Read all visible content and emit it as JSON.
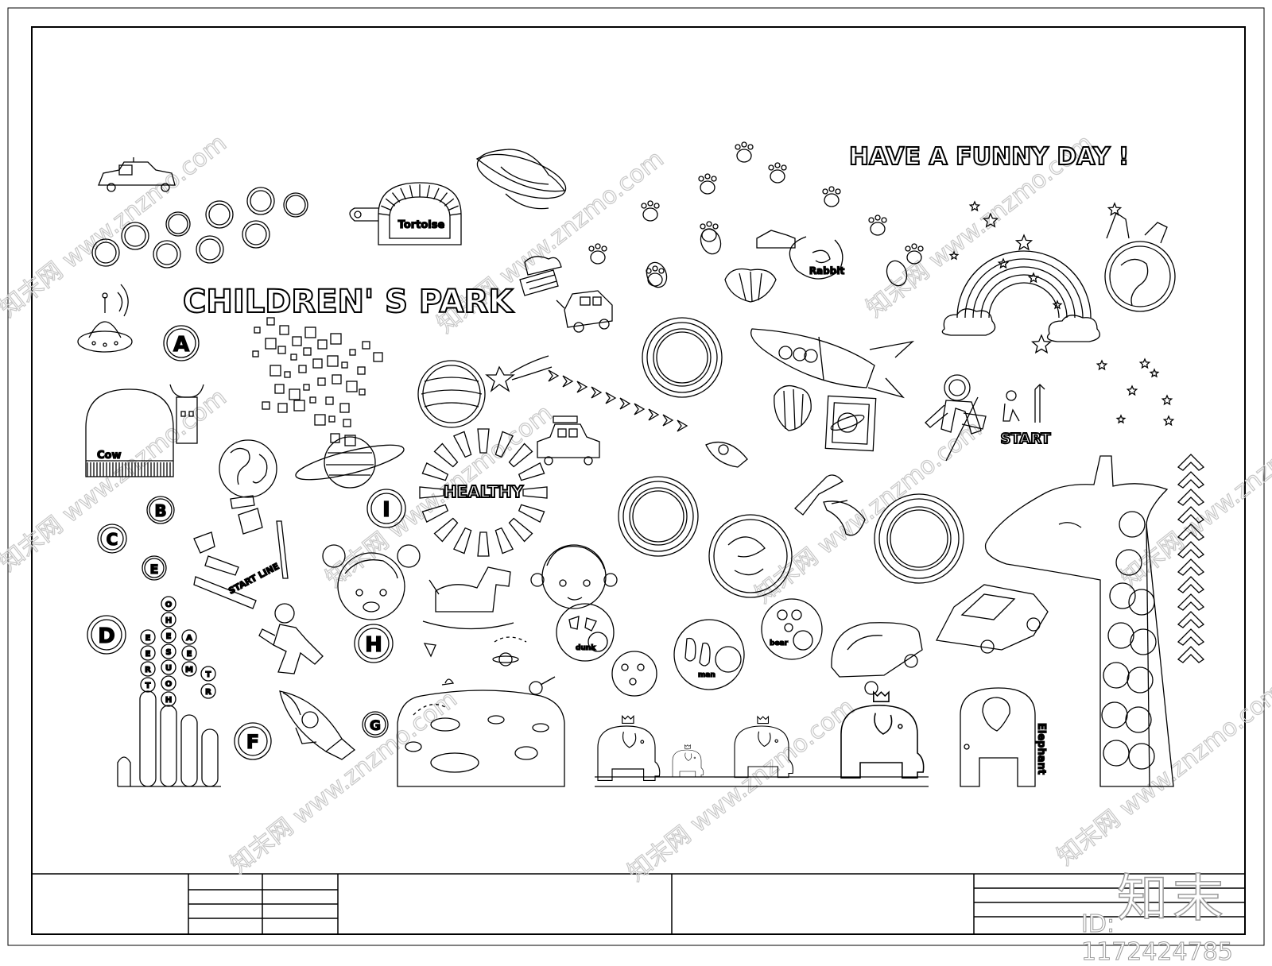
{
  "drawing": {
    "title_children_park": "CHILDREN' S PARK",
    "title_funny_day": "HAVE A FUNNY DAY !",
    "label_tortoise": "Tortoise",
    "label_rabbit": "Rabbit",
    "label_cow": "Cow",
    "label_healthy": "HEALTHY",
    "label_start": "START",
    "label_start_line": "START LINE",
    "label_elephant": "Elephant",
    "label_dunk": "dunk",
    "label_bear": "bear",
    "label_man": "man",
    "letters": [
      "A",
      "B",
      "C",
      "D",
      "E",
      "F",
      "G",
      "H",
      "I"
    ],
    "tree_house_letters": [
      "T",
      "R",
      "E",
      "E",
      "H",
      "O",
      "U",
      "S",
      "E",
      "H",
      "O",
      "M",
      "E",
      "A",
      "R",
      "T"
    ]
  },
  "watermark": {
    "site": "知末网 www.znzmo.com",
    "brand": "知末",
    "id": "ID: 1172424785"
  }
}
